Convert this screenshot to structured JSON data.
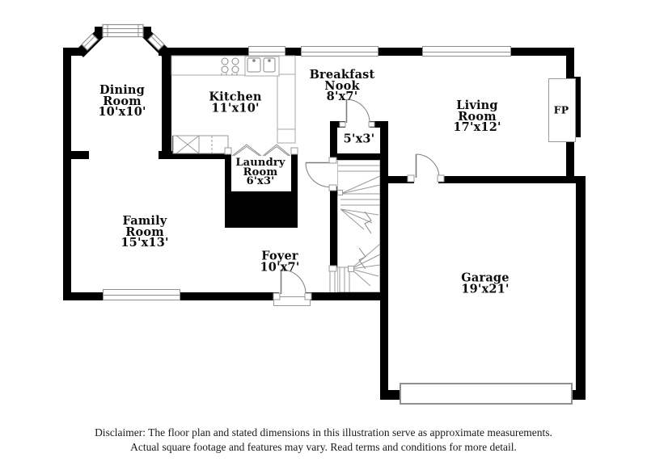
{
  "rooms": {
    "dining": {
      "l1": "Dining",
      "l2": "Room",
      "dims": "10'x10'"
    },
    "kitchen": {
      "l1": "Kitchen",
      "dims": "11'x10'"
    },
    "breakfast": {
      "l1": "Breakfast",
      "l2": "Nook",
      "dims": "8'x7'"
    },
    "living": {
      "l1": "Living",
      "l2": "Room",
      "dims": "17'x12'"
    },
    "closet": {
      "dims": "5'x3'"
    },
    "laundry": {
      "l1": "Laundry",
      "l2": "Room",
      "dims": "6'x3'"
    },
    "family": {
      "l1": "Family",
      "l2": "Room",
      "dims": "15'x13'"
    },
    "foyer": {
      "l1": "Foyer",
      "dims": "10'x7'"
    },
    "garage": {
      "l1": "Garage",
      "dims": "19'x21'"
    },
    "fireplace": {
      "abbr": "FP"
    }
  },
  "disclaimer": {
    "line1": "Disclaimer: The floor plan and stated dimensions in this illustration serve as approximate measurements.",
    "line2": "Actual square footage and features may vary. Read terms and conditions for more detail."
  },
  "colors": {
    "wall": "#000000",
    "thin_line": "#9a9a9a",
    "background": "#ffffff"
  }
}
